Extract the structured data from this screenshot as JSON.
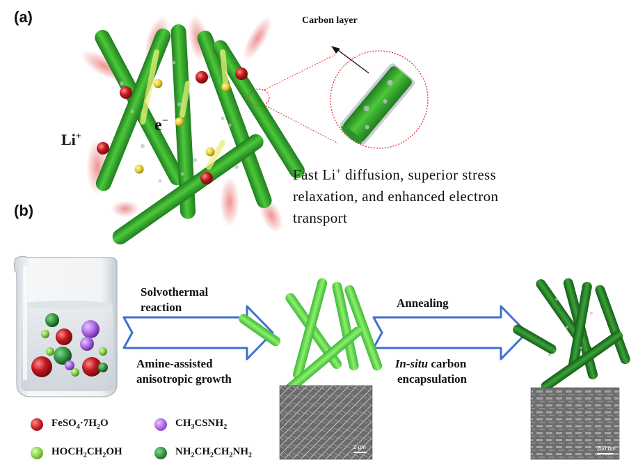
{
  "panel_a": {
    "label": "(a)",
    "carbon_layer": "Carbon layer",
    "li_ion": "Li",
    "li_sup": "+",
    "electron": "e",
    "electron_sup": "−",
    "description_parts": [
      "Fast Li",
      "+",
      " diffusion, superior stress relaxation, and enhanced electron transport"
    ]
  },
  "panel_b": {
    "label": "(b)",
    "step1_line1": "Solvothermal",
    "step1_line2": "reaction",
    "step1_sub_line1": "Amine-assisted",
    "step1_sub_line2": "anisotropic growth",
    "step2_line1": "Annealing",
    "step2_italic": "In-situ",
    "step2_sub_rest": " carbon",
    "step2_sub_line2": "encapsulation",
    "sem1_scale": "2 μm",
    "sem2_scale": "200 nm"
  },
  "legend": [
    {
      "parts": [
        "FeSO",
        "4",
        "·7H",
        "2",
        "O"
      ],
      "color": "#d9262c"
    },
    {
      "parts": [
        "CH",
        "3",
        "CSNH",
        "2"
      ],
      "color": "#a45ee0"
    },
    {
      "parts": [
        "HOCH",
        "2",
        "CH",
        "2",
        "OH"
      ],
      "color": "#7cc63f"
    },
    {
      "parts": [
        "NH",
        "2",
        "CH",
        "2",
        "CH",
        "2",
        "NH",
        "2"
      ],
      "color": "#2e8b3a"
    }
  ],
  "colors": {
    "rod_green": "#2f9e2f",
    "rod_light": "#6fd84a",
    "li_ball": "#c0181e",
    "electron_ball": "#e9d23a",
    "arrow_blue": "#3f6fd1",
    "zoom_circle": "#e03030"
  }
}
